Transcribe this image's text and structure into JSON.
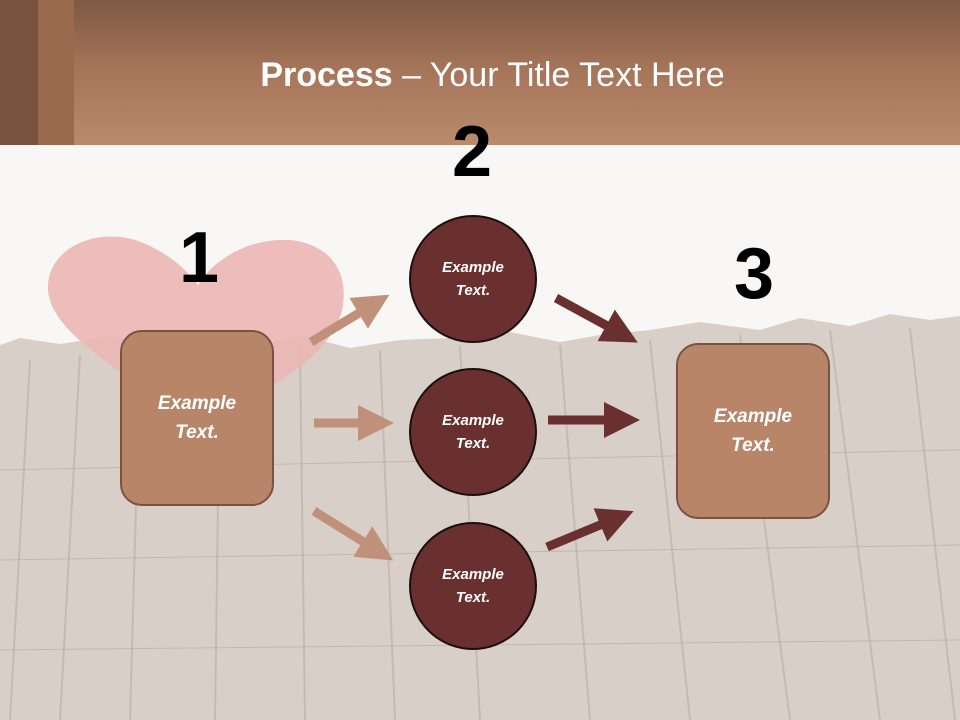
{
  "title": {
    "bold": "Process",
    "rest": " – Your Title Text Here"
  },
  "steps": {
    "num1": "1",
    "num2": "2",
    "num3": "3"
  },
  "box_left": {
    "line1": "Example",
    "line2": "Text."
  },
  "box_right": {
    "line1": "Example",
    "line2": "Text."
  },
  "circles": [
    {
      "line1": "Example",
      "line2": "Text."
    },
    {
      "line1": "Example",
      "line2": "Text."
    },
    {
      "line1": "Example",
      "line2": "Text."
    }
  ],
  "colors": {
    "header": "#a7765a",
    "box_fill": "#b98569",
    "circle_fill": "#6a2f2f",
    "arrow_light": "#c0917a",
    "arrow_dark": "#6a2f2f"
  }
}
